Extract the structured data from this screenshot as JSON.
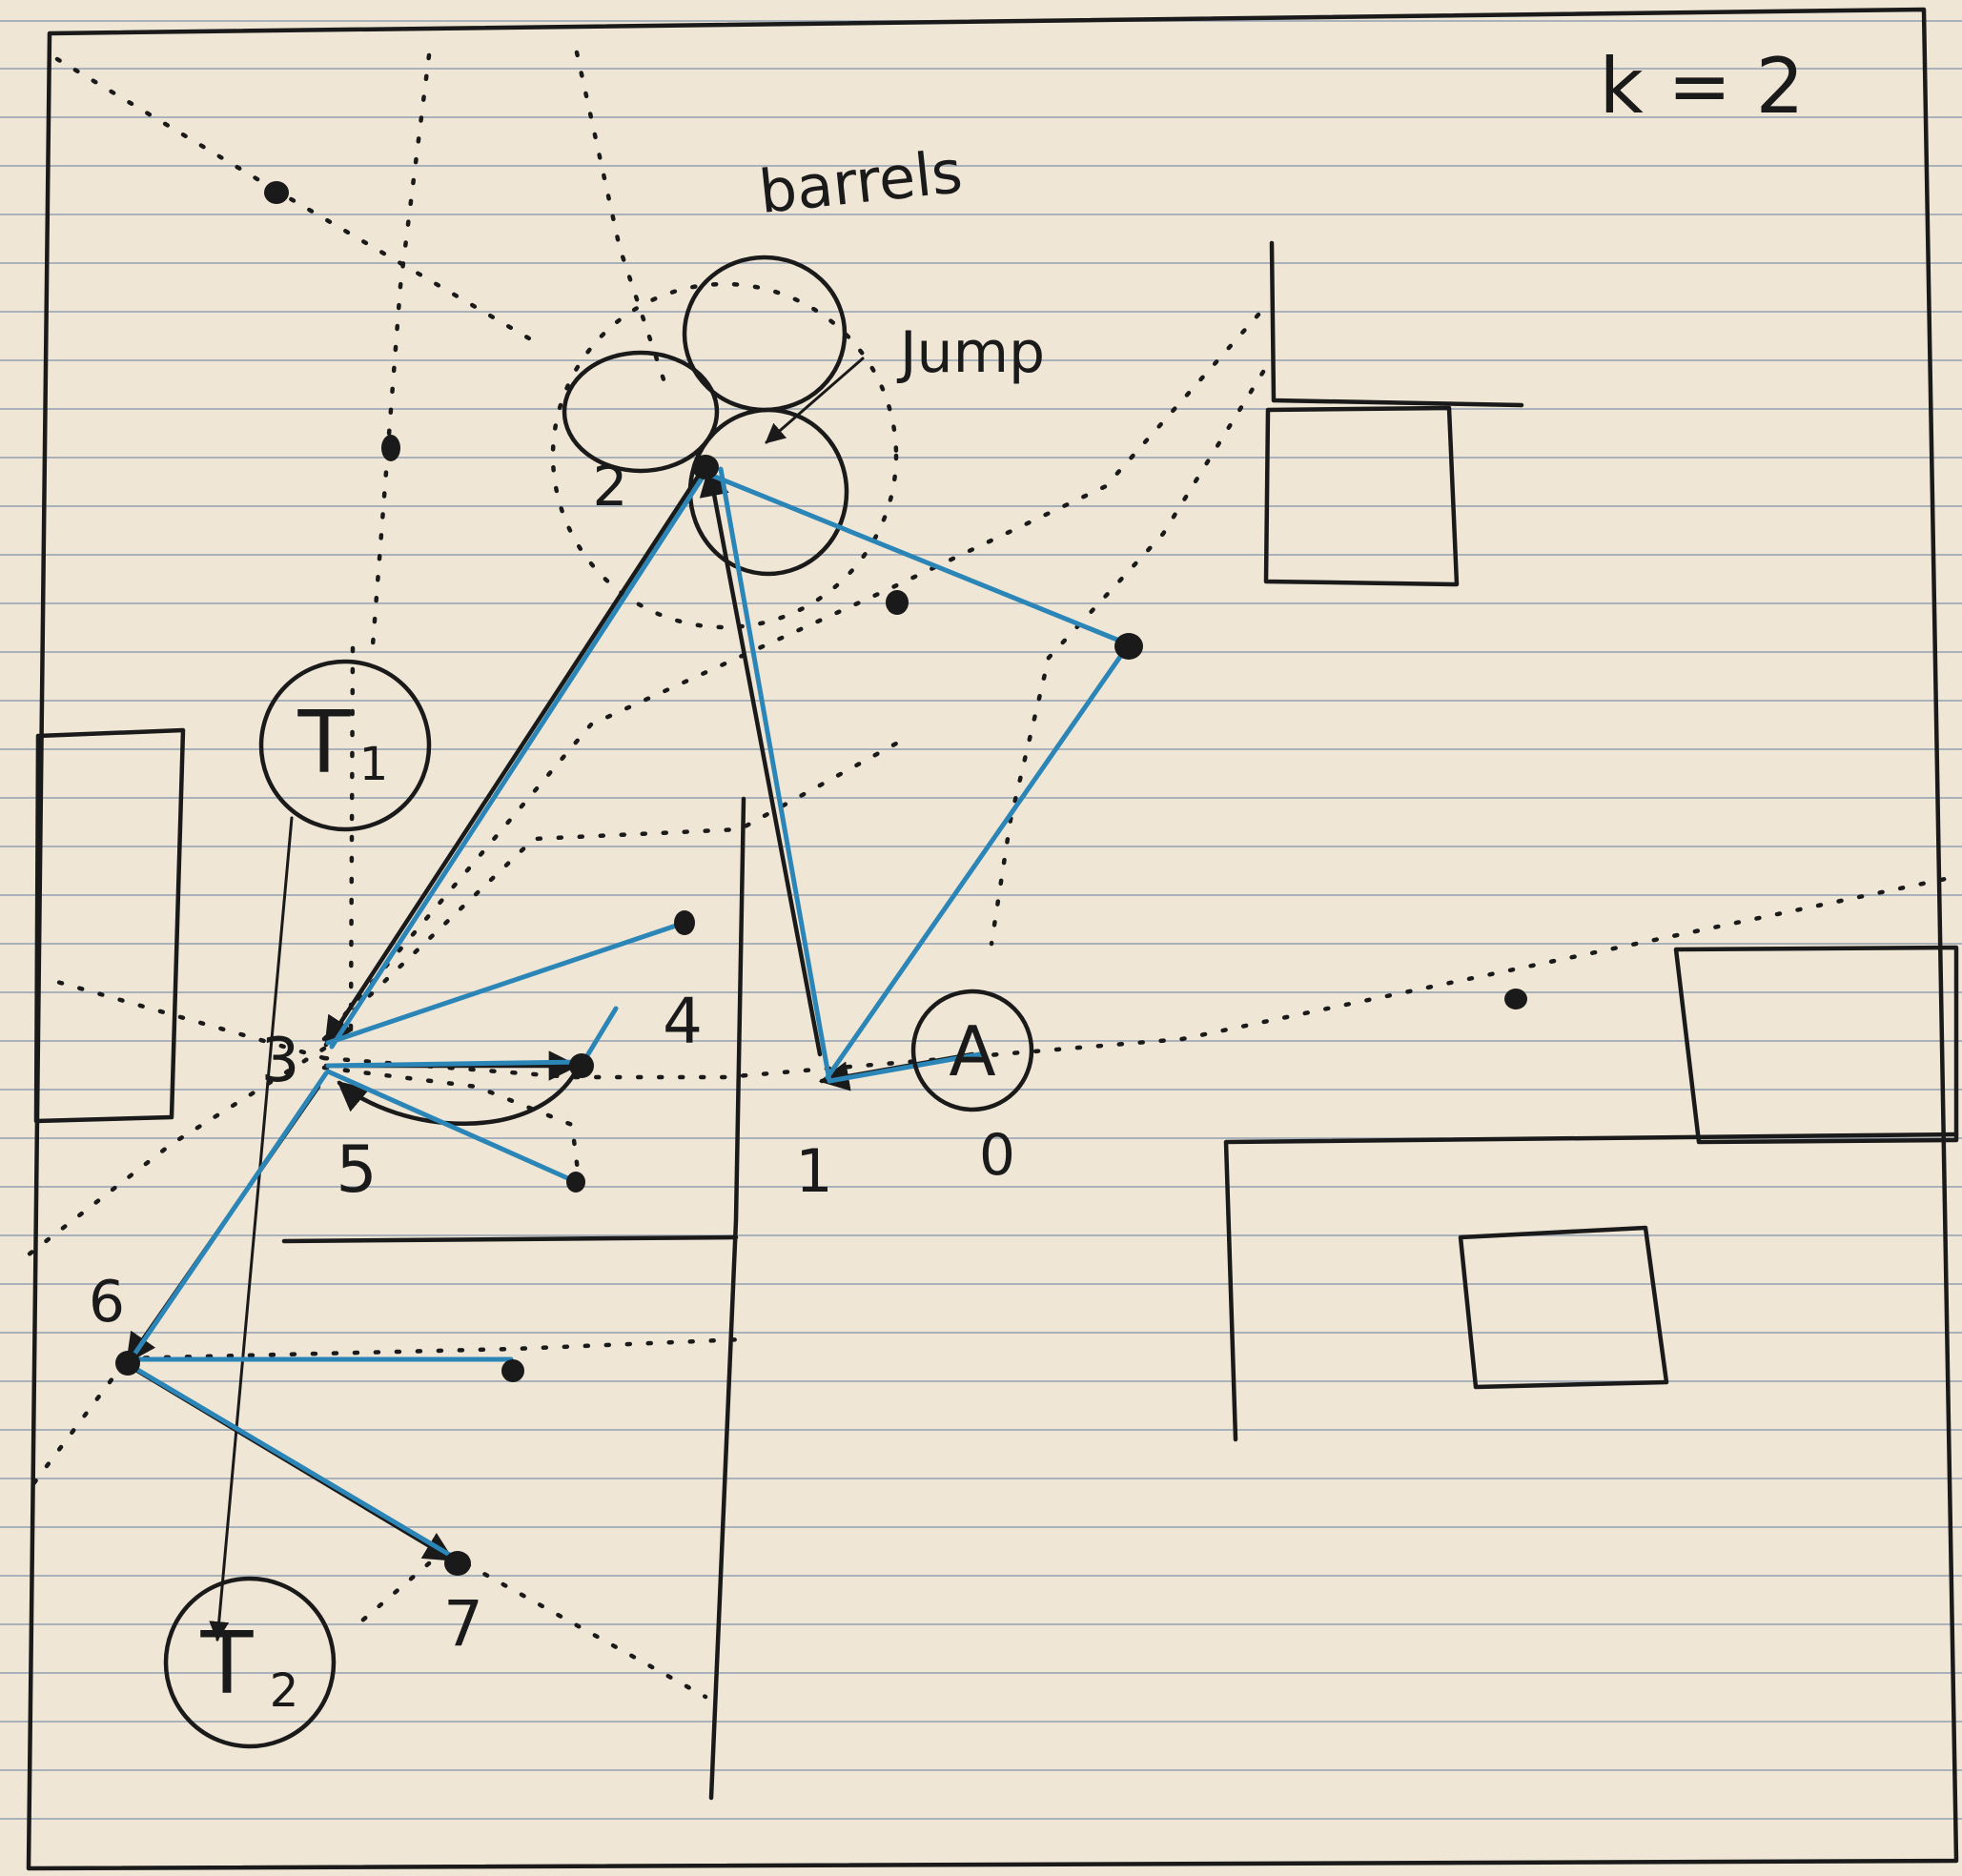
{
  "header": {
    "k_label": "k = 2"
  },
  "labels": {
    "barrels": "barrels",
    "jump": "Jump",
    "agent": "A",
    "target1": "T",
    "target1_sub": "1",
    "target2": "T",
    "target2_sub": "2"
  },
  "waypoints": [
    "0",
    "1",
    "2",
    "3",
    "4",
    "5",
    "6",
    "7"
  ],
  "colors": {
    "ink": "#1a1a1a",
    "path_blue": "#2b86b7",
    "paper": "#efe6d6",
    "rule": "#a9b1bb"
  }
}
